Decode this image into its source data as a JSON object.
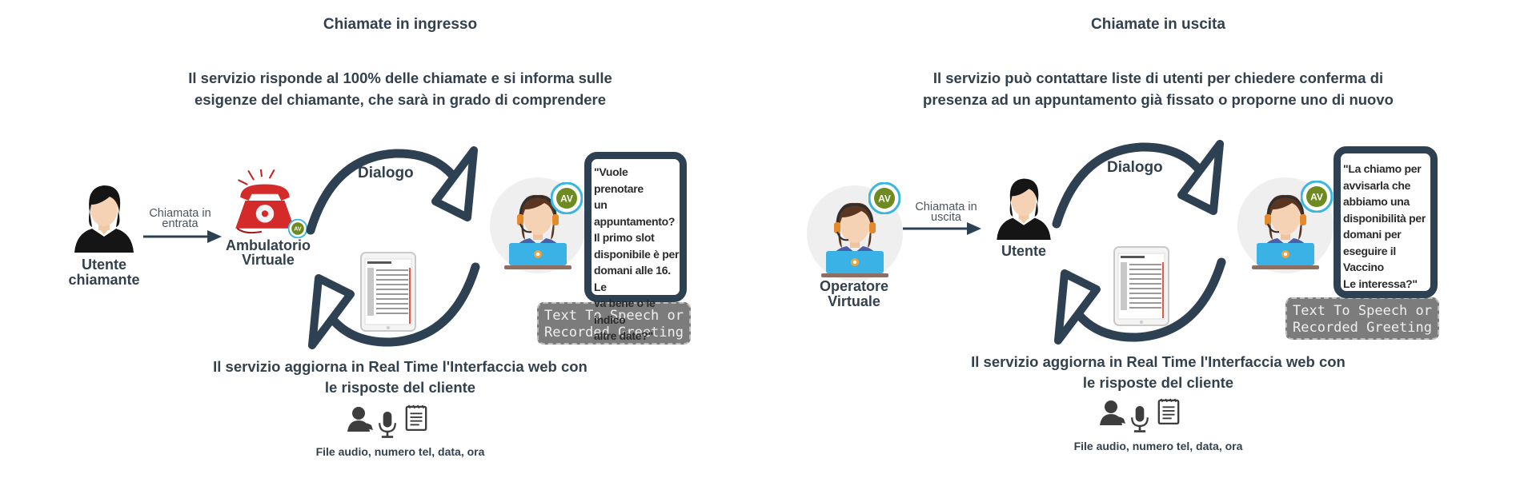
{
  "incoming": {
    "title": "Chiamate in ingresso",
    "description_line1": "Il servizio risponde al 100% delle chiamate e si informa sulle",
    "description_line2": "esigenze del chiamante, che sarà in grado di comprendere",
    "caller_label_line1": "Utente",
    "caller_label_line2": "chiamante",
    "arrow_label_line1": "Chiamata in",
    "arrow_label_line2": "entrata",
    "clinic_label_line1": "Ambulatorio",
    "clinic_label_line2": "Virtuale",
    "dialog_label": "Dialogo",
    "badge_text": "AV",
    "speech_lines": [
      "\"Vuole prenotare",
      "un appuntamento?",
      "Il primo slot",
      "disponibile è per",
      "domani alle 16. Le",
      "va bene o le indico",
      "altre date?\""
    ],
    "tts_line1": "Text To Speech or",
    "tts_line2": "Recorded Greeting",
    "update_line1": "Il servizio aggiorna in Real Time l'Interfaccia web con",
    "update_line2": "le risposte del cliente",
    "footer": "File audio, numero tel, data, ora"
  },
  "outgoing": {
    "title": "Chiamate in uscita",
    "description_line1": "Il servizio può contattare liste di utenti per chiedere conferma di",
    "description_line2": "presenza ad un appuntamento già fissato o proporne uno di nuovo",
    "operator_label_line1": "Operatore",
    "operator_label_line2": "Virtuale",
    "arrow_label_line1": "Chiamata in",
    "arrow_label_line2": "uscita",
    "user_label": "Utente",
    "dialog_label": "Dialogo",
    "badge_text": "AV",
    "speech_lines": [
      "\"La chiamo per",
      "avvisarla che",
      "abbiamo una",
      "disponibilità per",
      "domani per",
      "eseguire il Vaccino",
      "Le interessa?\""
    ],
    "tts_line1": "Text To Speech or",
    "tts_line2": "Recorded Greeting",
    "update_line1": "Il servizio aggiorna in Real Time l'Interfaccia web con",
    "update_line2": "le risposte del cliente",
    "footer": "File audio, numero tel, data, ora"
  },
  "colors": {
    "text": "#33404d",
    "cycle_arrow": "#2e4153",
    "phone_red": "#d42a2a",
    "laptop_blue": "#3bb2e6",
    "badge_green": "#6f8a1f",
    "badge_ring": "#3bb6e0",
    "tts_box": "#7c7c7c",
    "speech_border": "#2e4153"
  }
}
